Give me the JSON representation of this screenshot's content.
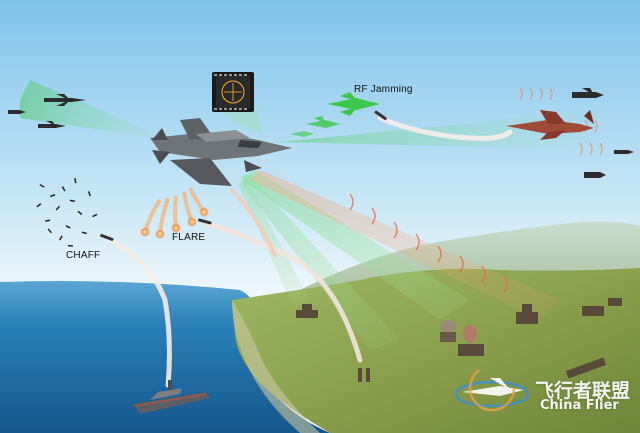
{
  "labels": {
    "rf_jamming": "RF Jamming",
    "flare": "FLARE",
    "chaff": "CHAFF"
  },
  "watermark": {
    "chinese": "飞行者联盟",
    "english": "China Flier"
  },
  "colors": {
    "sky_top": "#7fc3ea",
    "sky_horizon": "#f2f9fd",
    "sea": "#1f6fa8",
    "land": "#8ea54f",
    "jamming_green": "#3cc84a",
    "jamming_beam": "#8fe0a0",
    "flare_orange": "#f0803c",
    "threat_red": "#d06040",
    "watermark_blue": "#3d8fd0"
  }
}
